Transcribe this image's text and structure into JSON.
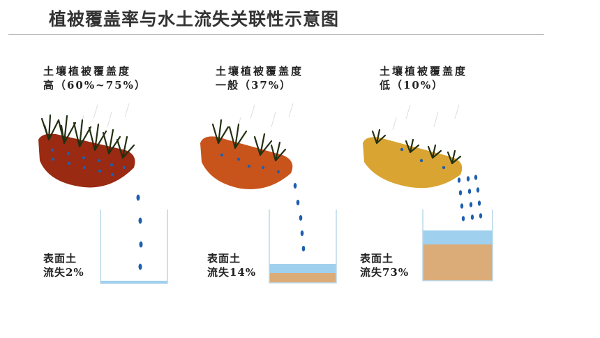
{
  "title": "植被覆盖率与水土流失关联性示意图",
  "panels": [
    {
      "coverage_label": "土壤植被覆盖度",
      "coverage_value": "高（60%~75%）",
      "loss_label": "表面土",
      "loss_value": "流失2%",
      "soil_color": "#9a2a12",
      "soil_loss_fraction": 0.02
    },
    {
      "coverage_label": "土壤植被覆盖度",
      "coverage_value": "一般（37%）",
      "loss_label": "表面土",
      "loss_value": "流失14%",
      "soil_color": "#c9541b",
      "soil_loss_fraction": 0.14
    },
    {
      "coverage_label": "土壤植被覆盖度",
      "coverage_value": "低（10%）",
      "loss_label": "表面土",
      "loss_value": "流失73%",
      "soil_color": "#d9a431",
      "soil_loss_fraction": 0.73
    }
  ],
  "colors": {
    "water_blue": "#9fd0ee",
    "sediment": "#dcac78",
    "drop_blue": "#1f5fb0",
    "grass": "#223012"
  }
}
